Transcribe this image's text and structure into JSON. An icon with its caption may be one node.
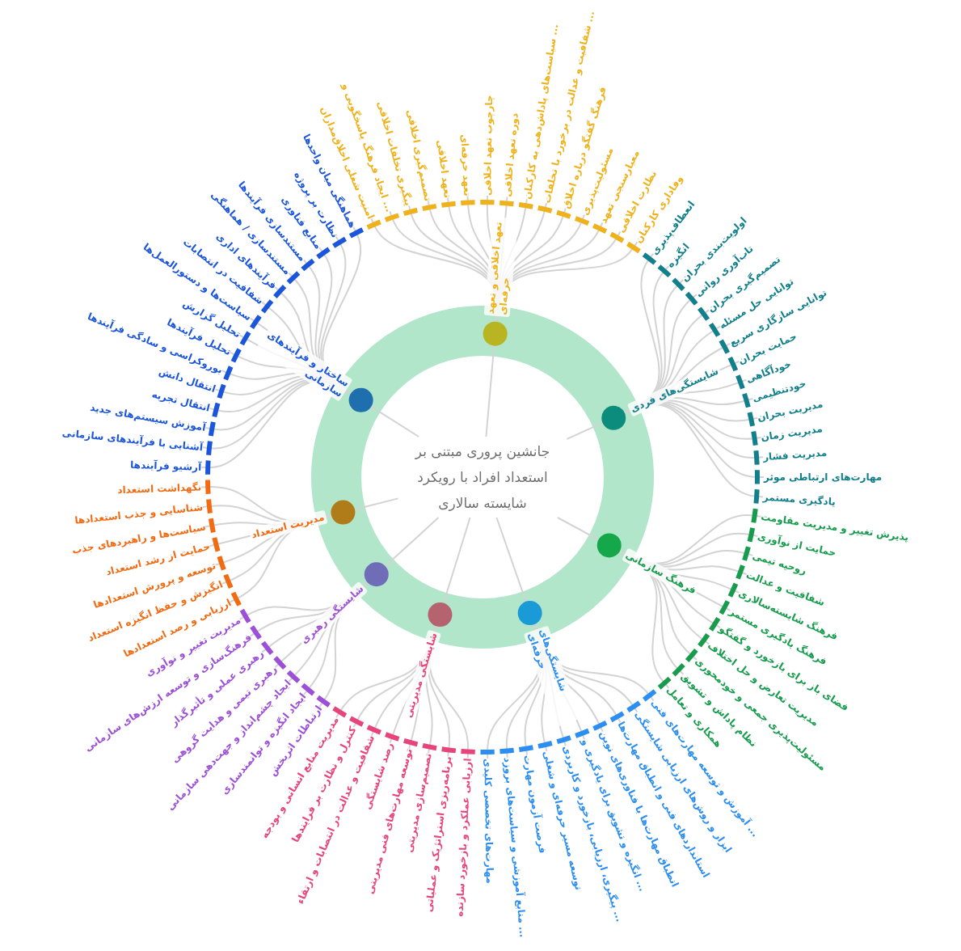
{
  "diagram": {
    "nodes": [
      {
        "text": [
          "جانشین پروری مبتنی بر استعداد افراد با رویکرد شایسته سالاری"
        ]
      },
      {
        "text": [],
        "shape": "circle",
        "beside": [
          "تعهد اخلاقی و تعهد حرفه‌ای"
        ]
      },
      {
        "text": [
          "امنیت شغلی اخلاق‌مداران"
        ]
      },
      {
        "text": [
          "ایجاد فرهنگ پاسخگویی و ..."
        ]
      },
      {
        "text": [
          "پیگیری تخلفات اخلاقی"
        ]
      },
      {
        "text": [
          "تصمیم‌گیری اخلاقی"
        ]
      },
      {
        "text": [
          "تعهد اخلاقی"
        ]
      },
      {
        "text": [
          "تعهد حرفه‌ای"
        ]
      },
      {
        "text": [
          "چارچوب تعهد اخلاقی"
        ]
      },
      {
        "text": [
          "دوره تعهد اخلاقی"
        ]
      },
      {
        "text": [
          "سیاست‌های پاداش‌دهی به کارکنان ..."
        ]
      },
      {
        "text": [
          "شفافیت و عدالت در برخورد با تخلفات ..."
        ]
      },
      {
        "text": [
          "فرهنگ گفتگو درباره اخلاق"
        ]
      },
      {
        "text": [
          "مسئولیت‌پذیری"
        ]
      },
      {
        "text": [
          "معیارسنجی تعهد"
        ]
      },
      {
        "text": [
          "نظارت اخلاقی"
        ]
      },
      {
        "text": [
          "وفاداری کارکنان"
        ]
      },
      {
        "text": [],
        "shape": "circle",
        "beside": [
          "شایستگی‌های فردی"
        ]
      },
      {
        "text": [
          "انعطاف‌پذیری"
        ]
      },
      {
        "text": [
          "انگیزه"
        ]
      },
      {
        "text": [
          "اولویت‌بندی بحران"
        ]
      },
      {
        "text": [
          "تاب‌آوری روانی"
        ]
      },
      {
        "text": [
          "تصمیم‌گیری بحران"
        ]
      },
      {
        "text": [
          "توانایی حل مسئله"
        ]
      },
      {
        "text": [
          "توانایی سازگاری سریع"
        ]
      },
      {
        "text": [
          "حمایت بحران"
        ]
      },
      {
        "text": [
          "خودآگاهی"
        ]
      },
      {
        "text": [
          "خودتنظیمی"
        ]
      },
      {
        "text": [
          "مدیریت بحران"
        ]
      },
      {
        "text": [
          "مدیریت زمان"
        ]
      },
      {
        "text": [
          "مدیریت فشار"
        ]
      },
      {
        "text": [
          "مهارت‌های ارتباطی موثر"
        ]
      },
      {
        "text": [
          "یادگیری مستمر"
        ]
      },
      {
        "text": [],
        "shape": "circle",
        "beside": [
          "فرهنگ سازمانی"
        ]
      },
      {
        "text": [
          "پذیرش تغییر و مدیریت مقاومت"
        ]
      },
      {
        "text": [
          "حمایت از نوآوری"
        ]
      },
      {
        "text": [
          "روحیه تیمی"
        ]
      },
      {
        "text": [
          "شفافیت و عدالت"
        ]
      },
      {
        "text": [
          "فرهنگ شایسته‌سالاری"
        ]
      },
      {
        "text": [
          "فرهنگ یادگیری مستمر"
        ]
      },
      {
        "text": [
          "فضای باز برای بازخورد و گفتگو"
        ]
      },
      {
        "text": [
          "مدیریت تعارض و حل اختلاف"
        ]
      },
      {
        "text": [
          "مسئولیت‌پذیری جمعی و خودمحوری"
        ]
      },
      {
        "text": [
          "نظام پاداش و تشویق"
        ]
      },
      {
        "text": [
          "همکاری و تعامل"
        ]
      },
      {
        "text": [],
        "shape": "circle",
        "beside": [
          "شایستگی‌های حرفه‌ای"
        ]
      },
      {
        "text": [
          "آموزش و توسعه مهارت‌های فنی ..."
        ]
      },
      {
        "text": [
          "ابزار و روش‌های ارزیابی شایستگی"
        ]
      },
      {
        "text": [
          "استانداردهای فنی و انطباق مهارت‌ها"
        ]
      },
      {
        "text": [
          "انطباق مهارت‌ها با فناوری‌های نوین"
        ]
      },
      {
        "text": [
          "انگیزه و تشویق برای یادگیری و ..."
        ]
      },
      {
        "text": [
          "پیگیری، ارزیابی، بازخورد و کاربردی ..."
        ]
      },
      {
        "text": [
          "توسعه مسیر حرفه‌ای و شغلی"
        ]
      },
      {
        "text": [
          "فرصت آزمون مهارت"
        ]
      },
      {
        "text": [
          "منابع آموزشی و سیاست‌های بروزد ..."
        ]
      },
      {
        "text": [
          "مهارت‌های تخصصی کلیدی"
        ]
      },
      {
        "text": [],
        "shape": "circle",
        "beside": [
          "شایستگی مدیریتی"
        ]
      },
      {
        "text": [
          "ارزیابی عملکرد و بازخورد سازنده"
        ]
      },
      {
        "text": [
          "برنامه‌ریزی استراتژیک و عملیاتی"
        ]
      },
      {
        "text": [
          "تصمیم‌سازی مدیریتی"
        ]
      },
      {
        "text": [
          "توسعه مهارت‌های فنی مدیریتی"
        ]
      },
      {
        "text": [
          "رصد شایستگی"
        ]
      },
      {
        "text": [
          "شفافیت و عدالت در انتصابات و ارتقاء"
        ]
      },
      {
        "text": [
          "کنترل و نظارت بر فرایندها"
        ]
      },
      {
        "text": [
          "مدیریت منابع انسانی و بودجه"
        ]
      },
      {
        "text": [],
        "shape": "circle",
        "beside": [
          "شایستگی رهبری"
        ]
      },
      {
        "text": [
          "ارتباطات اثربخش"
        ]
      },
      {
        "text": [
          "ایجاد انگیزه و توانمندسازی"
        ]
      },
      {
        "text": [
          "ایجاد چشم‌انداز و جهت‌دهی سازمانی"
        ]
      },
      {
        "text": [
          "رهبری تیمی و هدایت گروهی"
        ]
      },
      {
        "text": [
          "رهبری عملی و تأثیرگذار"
        ]
      },
      {
        "text": [
          "فرهنگ‌سازی و توسعه ارزش‌های سازمانی"
        ]
      },
      {
        "text": [
          "مدیریت تغییر و نوآوری"
        ]
      },
      {
        "text": [],
        "shape": "circle",
        "beside": [
          "مدیریت استعداد"
        ]
      },
      {
        "text": [
          "ارزیابی و رصد استعدادها"
        ]
      },
      {
        "text": [
          "انگیزش و حفظ انگیزه استعداد"
        ]
      },
      {
        "text": [
          "توسعه و پرورش استعدادها"
        ]
      },
      {
        "text": [
          "حمایت از رشد استعداد"
        ]
      },
      {
        "text": [
          "سیاست‌ها و راهبردهای جذب"
        ]
      },
      {
        "text": [
          "شناسایی و جذب استعدادها"
        ]
      },
      {
        "text": [
          "نگهداشت استعداد"
        ]
      },
      {
        "text": [],
        "shape": "circle",
        "beside": [
          "ساختار و فرآیندهای سازمانی"
        ]
      },
      {
        "text": [
          "آرشیو فرآیندها"
        ]
      },
      {
        "text": [
          "آشنایی با فرآیندهای سازمانی"
        ]
      },
      {
        "text": [
          "آموزش سیستم‌های جدید"
        ]
      },
      {
        "text": [
          "انتقال تجربه"
        ]
      },
      {
        "text": [
          "انتقال دانش"
        ]
      },
      {
        "text": [
          "بوروکراسی و سادگی فرآیندها"
        ]
      },
      {
        "text": [
          "تحلیل فرآیندها"
        ]
      },
      {
        "text": [
          "تحلیل گزارش"
        ]
      },
      {
        "text": [
          "سیاست‌ها و دستورالعمل‌ها"
        ]
      },
      {
        "text": [
          "شفافیت در انتصابات"
        ]
      },
      {
        "text": [
          "فرآیندهای اداری"
        ]
      },
      {
        "text": [
          "مستندسازی / هماهنگی"
        ]
      },
      {
        "text": [
          "مستندسازی فرآیندها"
        ]
      },
      {
        "text": [
          "منابع فناوری"
        ]
      },
      {
        "text": [
          "نظارت بر پروژه"
        ]
      },
      {
        "text": [
          "هماهنگی میان واحدها"
        ]
      }
    ],
    "edges": [
      {
        "from": 0,
        "to": 1,
        "arrow": "none"
      },
      {
        "from": 0,
        "to": 17,
        "arrow": "none"
      },
      {
        "from": 0,
        "to": 33,
        "arrow": "none"
      },
      {
        "from": 0,
        "to": 45,
        "arrow": "none"
      },
      {
        "from": 0,
        "to": 56,
        "arrow": "none"
      },
      {
        "from": 0,
        "to": 65,
        "arrow": "none"
      },
      {
        "from": 0,
        "to": 73,
        "arrow": "none"
      },
      {
        "from": 0,
        "to": 81,
        "arrow": "none"
      },
      {
        "from": 1,
        "to": 2,
        "arrow": "none"
      },
      {
        "from": 1,
        "to": 3,
        "arrow": "none"
      },
      {
        "from": 1,
        "to": 4,
        "arrow": "none"
      },
      {
        "from": 1,
        "to": 5,
        "arrow": "none"
      },
      {
        "from": 1,
        "to": 6,
        "arrow": "none"
      },
      {
        "from": 1,
        "to": 7,
        "arrow": "none"
      },
      {
        "from": 1,
        "to": 8,
        "arrow": "none"
      },
      {
        "from": 1,
        "to": 9,
        "arrow": "none"
      },
      {
        "from": 1,
        "to": 10,
        "arrow": "none"
      },
      {
        "from": 1,
        "to": 11,
        "arrow": "none"
      },
      {
        "from": 1,
        "to": 12,
        "arrow": "none"
      },
      {
        "from": 1,
        "to": 13,
        "arrow": "none"
      },
      {
        "from": 1,
        "to": 14,
        "arrow": "none"
      },
      {
        "from": 1,
        "to": 15,
        "arrow": "none"
      },
      {
        "from": 1,
        "to": 16,
        "arrow": "none"
      },
      {
        "from": 17,
        "to": 18,
        "arrow": "none"
      },
      {
        "from": 17,
        "to": 19,
        "arrow": "none"
      },
      {
        "from": 17,
        "to": 20,
        "arrow": "none"
      },
      {
        "from": 17,
        "to": 21,
        "arrow": "none"
      },
      {
        "from": 17,
        "to": 22,
        "arrow": "none"
      },
      {
        "from": 17,
        "to": 23,
        "arrow": "none"
      },
      {
        "from": 17,
        "to": 24,
        "arrow": "none"
      },
      {
        "from": 17,
        "to": 25,
        "arrow": "none"
      },
      {
        "from": 17,
        "to": 26,
        "arrow": "none"
      },
      {
        "from": 17,
        "to": 27,
        "arrow": "none"
      },
      {
        "from": 17,
        "to": 28,
        "arrow": "none"
      },
      {
        "from": 17,
        "to": 29,
        "arrow": "none"
      },
      {
        "from": 17,
        "to": 30,
        "arrow": "none"
      },
      {
        "from": 17,
        "to": 31,
        "arrow": "none"
      },
      {
        "from": 17,
        "to": 32,
        "arrow": "none"
      },
      {
        "from": 33,
        "to": 34,
        "arrow": "none"
      },
      {
        "from": 33,
        "to": 35,
        "arrow": "none"
      },
      {
        "from": 33,
        "to": 36,
        "arrow": "none"
      },
      {
        "from": 33,
        "to": 37,
        "arrow": "none"
      },
      {
        "from": 33,
        "to": 38,
        "arrow": "none"
      },
      {
        "from": 33,
        "to": 39,
        "arrow": "none"
      },
      {
        "from": 33,
        "to": 40,
        "arrow": "none"
      },
      {
        "from": 33,
        "to": 41,
        "arrow": "none"
      },
      {
        "from": 33,
        "to": 42,
        "arrow": "none"
      },
      {
        "from": 33,
        "to": 43,
        "arrow": "none"
      },
      {
        "from": 33,
        "to": 44,
        "arrow": "none"
      },
      {
        "from": 45,
        "to": 46,
        "arrow": "none"
      },
      {
        "from": 45,
        "to": 47,
        "arrow": "none"
      },
      {
        "from": 45,
        "to": 48,
        "arrow": "none"
      },
      {
        "from": 45,
        "to": 49,
        "arrow": "none"
      },
      {
        "from": 45,
        "to": 50,
        "arrow": "none"
      },
      {
        "from": 45,
        "to": 51,
        "arrow": "none"
      },
      {
        "from": 45,
        "to": 52,
        "arrow": "none"
      },
      {
        "from": 45,
        "to": 53,
        "arrow": "none"
      },
      {
        "from": 45,
        "to": 54,
        "arrow": "none"
      },
      {
        "from": 45,
        "to": 55,
        "arrow": "none"
      },
      {
        "from": 56,
        "to": 57,
        "arrow": "none"
      },
      {
        "from": 56,
        "to": 58,
        "arrow": "none"
      },
      {
        "from": 56,
        "to": 59,
        "arrow": "none"
      },
      {
        "from": 56,
        "to": 60,
        "arrow": "none"
      },
      {
        "from": 56,
        "to": 61,
        "arrow": "none"
      },
      {
        "from": 56,
        "to": 62,
        "arrow": "none"
      },
      {
        "from": 56,
        "to": 63,
        "arrow": "none"
      },
      {
        "from": 56,
        "to": 64,
        "arrow": "none"
      },
      {
        "from": 65,
        "to": 66,
        "arrow": "none"
      },
      {
        "from": 65,
        "to": 67,
        "arrow": "none"
      },
      {
        "from": 65,
        "to": 68,
        "arrow": "none"
      },
      {
        "from": 65,
        "to": 69,
        "arrow": "none"
      },
      {
        "from": 65,
        "to": 70,
        "arrow": "none"
      },
      {
        "from": 65,
        "to": 71,
        "arrow": "none"
      },
      {
        "from": 65,
        "to": 72,
        "arrow": "none"
      },
      {
        "from": 73,
        "to": 74,
        "arrow": "none"
      },
      {
        "from": 73,
        "to": 75,
        "arrow": "none"
      },
      {
        "from": 73,
        "to": 76,
        "arrow": "none"
      },
      {
        "from": 73,
        "to": 77,
        "arrow": "none"
      },
      {
        "from": 73,
        "to": 78,
        "arrow": "none"
      },
      {
        "from": 73,
        "to": 79,
        "arrow": "none"
      },
      {
        "from": 73,
        "to": 80,
        "arrow": "none"
      },
      {
        "from": 81,
        "to": 82,
        "arrow": "none"
      },
      {
        "from": 81,
        "to": 83,
        "arrow": "none"
      },
      {
        "from": 81,
        "to": 84,
        "arrow": "none"
      },
      {
        "from": 81,
        "to": 85,
        "arrow": "none"
      },
      {
        "from": 81,
        "to": 86,
        "arrow": "none"
      },
      {
        "from": 81,
        "to": 87,
        "arrow": "none"
      },
      {
        "from": 81,
        "to": 88,
        "arrow": "none"
      },
      {
        "from": 81,
        "to": 89,
        "arrow": "none"
      },
      {
        "from": 81,
        "to": 90,
        "arrow": "none"
      },
      {
        "from": 81,
        "to": 91,
        "arrow": "none"
      },
      {
        "from": 81,
        "to": 92,
        "arrow": "none"
      },
      {
        "from": 81,
        "to": 93,
        "arrow": "none"
      },
      {
        "from": 81,
        "to": 94,
        "arrow": "none"
      },
      {
        "from": 81,
        "to": 95,
        "arrow": "none"
      },
      {
        "from": 81,
        "to": 96,
        "arrow": "none"
      },
      {
        "from": 81,
        "to": 97,
        "arrow": "none"
      }
    ]
  }
}
